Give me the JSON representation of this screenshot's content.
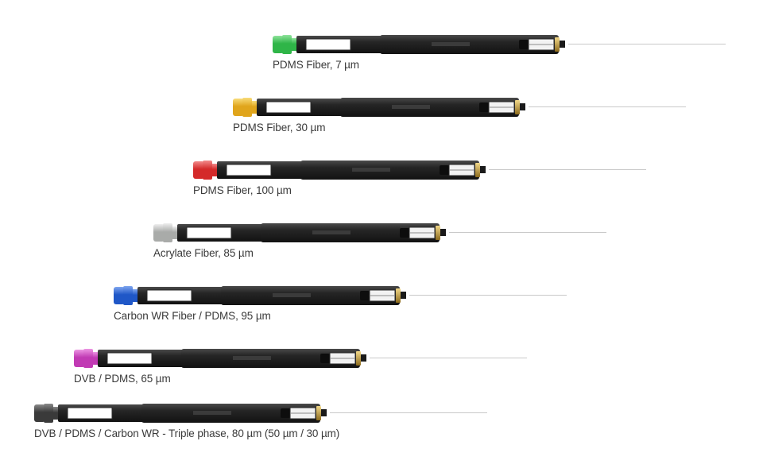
{
  "fibers": [
    {
      "label": "PDMS Fiber, 7 µm",
      "cap_color": "#2fb548",
      "cap_highlight": "#8fe39b"
    },
    {
      "label": "PDMS Fiber, 30 µm",
      "cap_color": "#e0a51c",
      "cap_highlight": "#f8dc7a"
    },
    {
      "label": "PDMS Fiber, 100 µm",
      "cap_color": "#d42a2a",
      "cap_highlight": "#f28a8a"
    },
    {
      "label": "Acrylate Fiber, 85 µm",
      "cap_color": "#a9aba9",
      "cap_highlight": "#eeeeee"
    },
    {
      "label": "Carbon WR Fiber / PDMS, 95 µm",
      "cap_color": "#1f57c7",
      "cap_highlight": "#7fa6ef"
    },
    {
      "label": "DVB / PDMS, 65 µm",
      "cap_color": "#c13ab4",
      "cap_highlight": "#ec95e3"
    },
    {
      "label": "DVB / PDMS / Carbon WR - Triple phase, 80 µm (50 µm / 30 µm)",
      "cap_color": "#3a3a3a",
      "cap_highlight": "#8a8a8a"
    }
  ]
}
